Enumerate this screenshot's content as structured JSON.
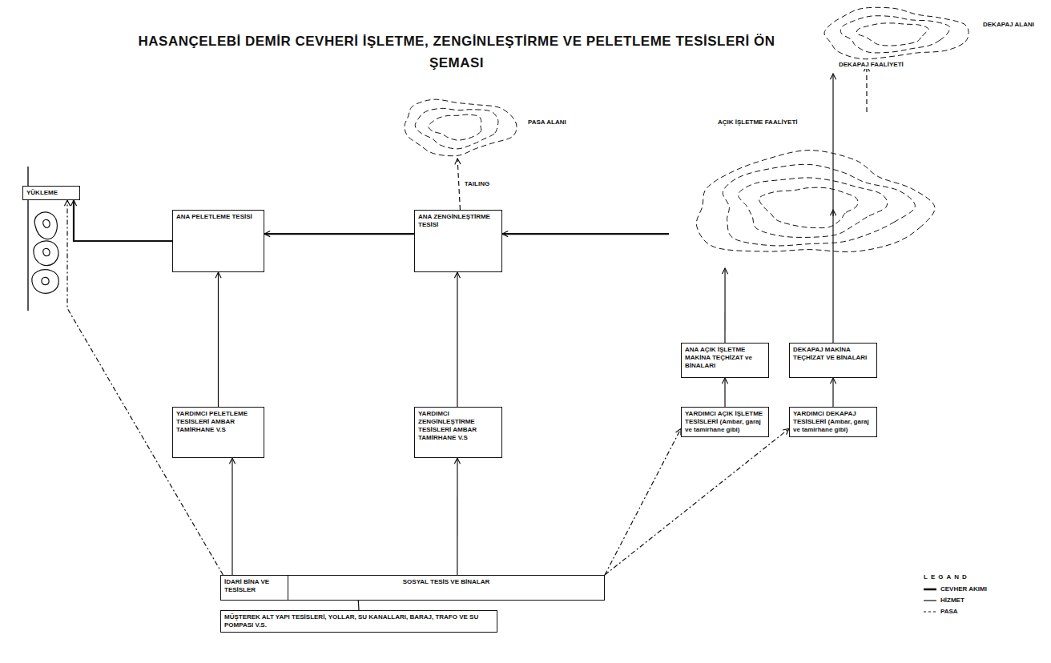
{
  "diagram": {
    "title": "HASANÇELEBİ DEMİR CEVHERİ İŞLETME, ZENGİNLEŞTİRME VE PELETLEME TESİSLERİ ÖN ŞEMASI",
    "nodes": [
      {
        "text": [
          "DEKAPAJ ALANI"
        ]
      },
      {
        "text": [
          "PASA ALANI"
        ]
      },
      {
        "text": [
          "AÇIK İŞLETME FAALİYETİ"
        ]
      },
      {
        "text": [
          "YÜKLEME"
        ]
      },
      {
        "text": [
          "ANA PELETLEME TESİSİ"
        ]
      },
      {
        "text": [
          "ANA ZENGİNLEŞTİRME TESİSİ"
        ]
      },
      {
        "text": [
          "ANA AÇIK İŞLETME MAKİNA TEÇHİZAT ve BİNALARI"
        ]
      },
      {
        "text": [
          "DEKAPAJ MAKİNA TEÇHİZAT VE BİNALARI"
        ]
      },
      {
        "text": [
          "YARDIMCI PELETLEME TESİSLERİ AMBAR TAMİRHANE V.S"
        ]
      },
      {
        "text": [
          "YARDIMCI ZENGİNLEŞTİRME TESİSLERİ AMBAR TAMİRHANE V.S"
        ]
      },
      {
        "text": [
          "YARDIMCI AÇIK İŞLETME TESİSLERİ (Ambar, garaj ve tamirhane gibi)"
        ]
      },
      {
        "text": [
          "YARDIMCI DEKAPAJ TESİSLERİ (Ambar, garaj ve tamirhane gibi)"
        ]
      },
      {
        "text": [
          "İDARİ BİNA VE TESİSLER"
        ]
      },
      {
        "text": [
          "SOSYAL TESİS VE BİNALAR"
        ]
      },
      {
        "text": [
          "MÜŞTEREK ALT YAPI TESİSLERİ, YOLLAR, SU KANALLARI, BARAJ, TRAFO VE SU POMPASI V.S."
        ]
      }
    ],
    "edges": [
      {
        "from": 2,
        "to": 5,
        "arrow": "to"
      },
      {
        "from": 5,
        "to": 4,
        "arrow": "to"
      },
      {
        "from": 4,
        "to": 3,
        "arrow": "to"
      },
      {
        "from": 5,
        "to": 1,
        "label": "TAILING",
        "arrow": "to"
      },
      {
        "from": 2,
        "to": 0,
        "arrow": "to"
      },
      {
        "from": 6,
        "to": 2,
        "arrow": "to"
      },
      {
        "from": 10,
        "to": 6,
        "arrow": "to"
      },
      {
        "from": 11,
        "to": 7,
        "arrow": "to"
      },
      {
        "from": 8,
        "to": 4,
        "arrow": "to"
      },
      {
        "from": 9,
        "to": 5,
        "arrow": "to"
      },
      {
        "from": 12,
        "to": 8,
        "arrow": "to"
      },
      {
        "from": 12,
        "to": 3,
        "arrow": "to"
      },
      {
        "from": 13,
        "to": 9,
        "arrow": "to"
      },
      {
        "from": 13,
        "to": 10,
        "arrow": "to"
      },
      {
        "from": 13,
        "to": 11,
        "arrow": "to"
      },
      {
        "from": 14,
        "to": 13,
        "arrow": "none"
      }
    ],
    "labels": [
      "DEKAPAJ FAALİYETİ",
      "LEGAND"
    ],
    "legend": [
      {
        "text": "CEVHER AKIMI"
      },
      {
        "text": "HİZMET"
      },
      {
        "text": "PASA"
      }
    ]
  }
}
